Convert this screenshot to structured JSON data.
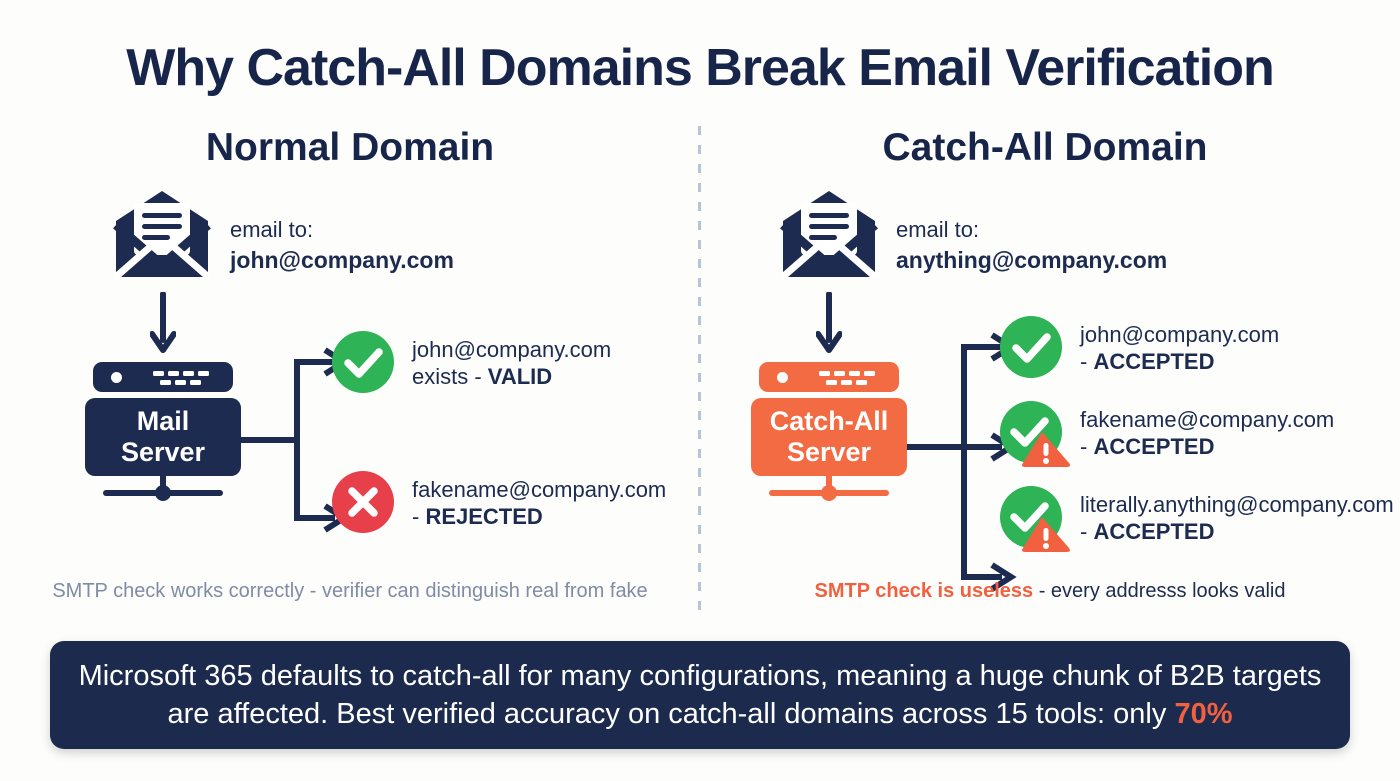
{
  "title": "Why Catch-All Domains Break Email Verification",
  "colors": {
    "navy": "#1c2b4f",
    "orange": "#f26b43",
    "green": "#2eb357",
    "red": "#e8404a",
    "muted": "#7f8ca5",
    "background": "#fdfdfb"
  },
  "panels": {
    "left": {
      "heading": "Normal Domain",
      "envelope_icon": "open-envelope-icon",
      "mail_label": "email to:",
      "mail_address": "john@company.com",
      "arrow_icon": "arrow-down-icon",
      "server": {
        "icon": "server-icon",
        "line1": "Mail",
        "line2": "Server",
        "color": "#1c2b4f"
      },
      "results": [
        {
          "badge": "check-circle-icon",
          "badge_color": "#2eb357",
          "warning": false,
          "address": "john@company.com",
          "status_prefix": "exists - ",
          "status": "VALID"
        },
        {
          "badge": "x-circle-icon",
          "badge_color": "#e8404a",
          "warning": false,
          "address": "fakename@company.com",
          "status_prefix": "- ",
          "status": "REJECTED"
        }
      ],
      "caption_plain": "SMTP check works correctly - verifier can distinguish real from fake"
    },
    "right": {
      "heading": "Catch-All Domain",
      "envelope_icon": "open-envelope-icon",
      "mail_label": "email to:",
      "mail_address": "anything@company.com",
      "arrow_icon": "arrow-down-icon",
      "server": {
        "icon": "server-icon",
        "line1": "Catch-All",
        "line2": "Server",
        "color": "#f26b43"
      },
      "results": [
        {
          "badge": "check-circle-icon",
          "badge_color": "#2eb357",
          "warning": false,
          "address": "john@company.com",
          "status_prefix": "- ",
          "status": "ACCEPTED"
        },
        {
          "badge": "check-circle-icon",
          "badge_color": "#2eb357",
          "warning": true,
          "address": "fakename@company.com",
          "status_prefix": "- ",
          "status": "ACCEPTED"
        },
        {
          "badge": "check-circle-icon",
          "badge_color": "#2eb357",
          "warning": true,
          "address": "literally.anything@company.com",
          "status_prefix": "- ",
          "status": "ACCEPTED"
        }
      ],
      "caption_highlight": "SMTP check is useless",
      "caption_rest": " - every addresss looks valid"
    }
  },
  "banner": {
    "text_before": "Microsoft 365 defaults to catch-all for many configurations, meaning a huge chunk of B2B targets are affected. Best verified accuracy on catch-all domains across 15 tools: only ",
    "percent": "70%"
  }
}
